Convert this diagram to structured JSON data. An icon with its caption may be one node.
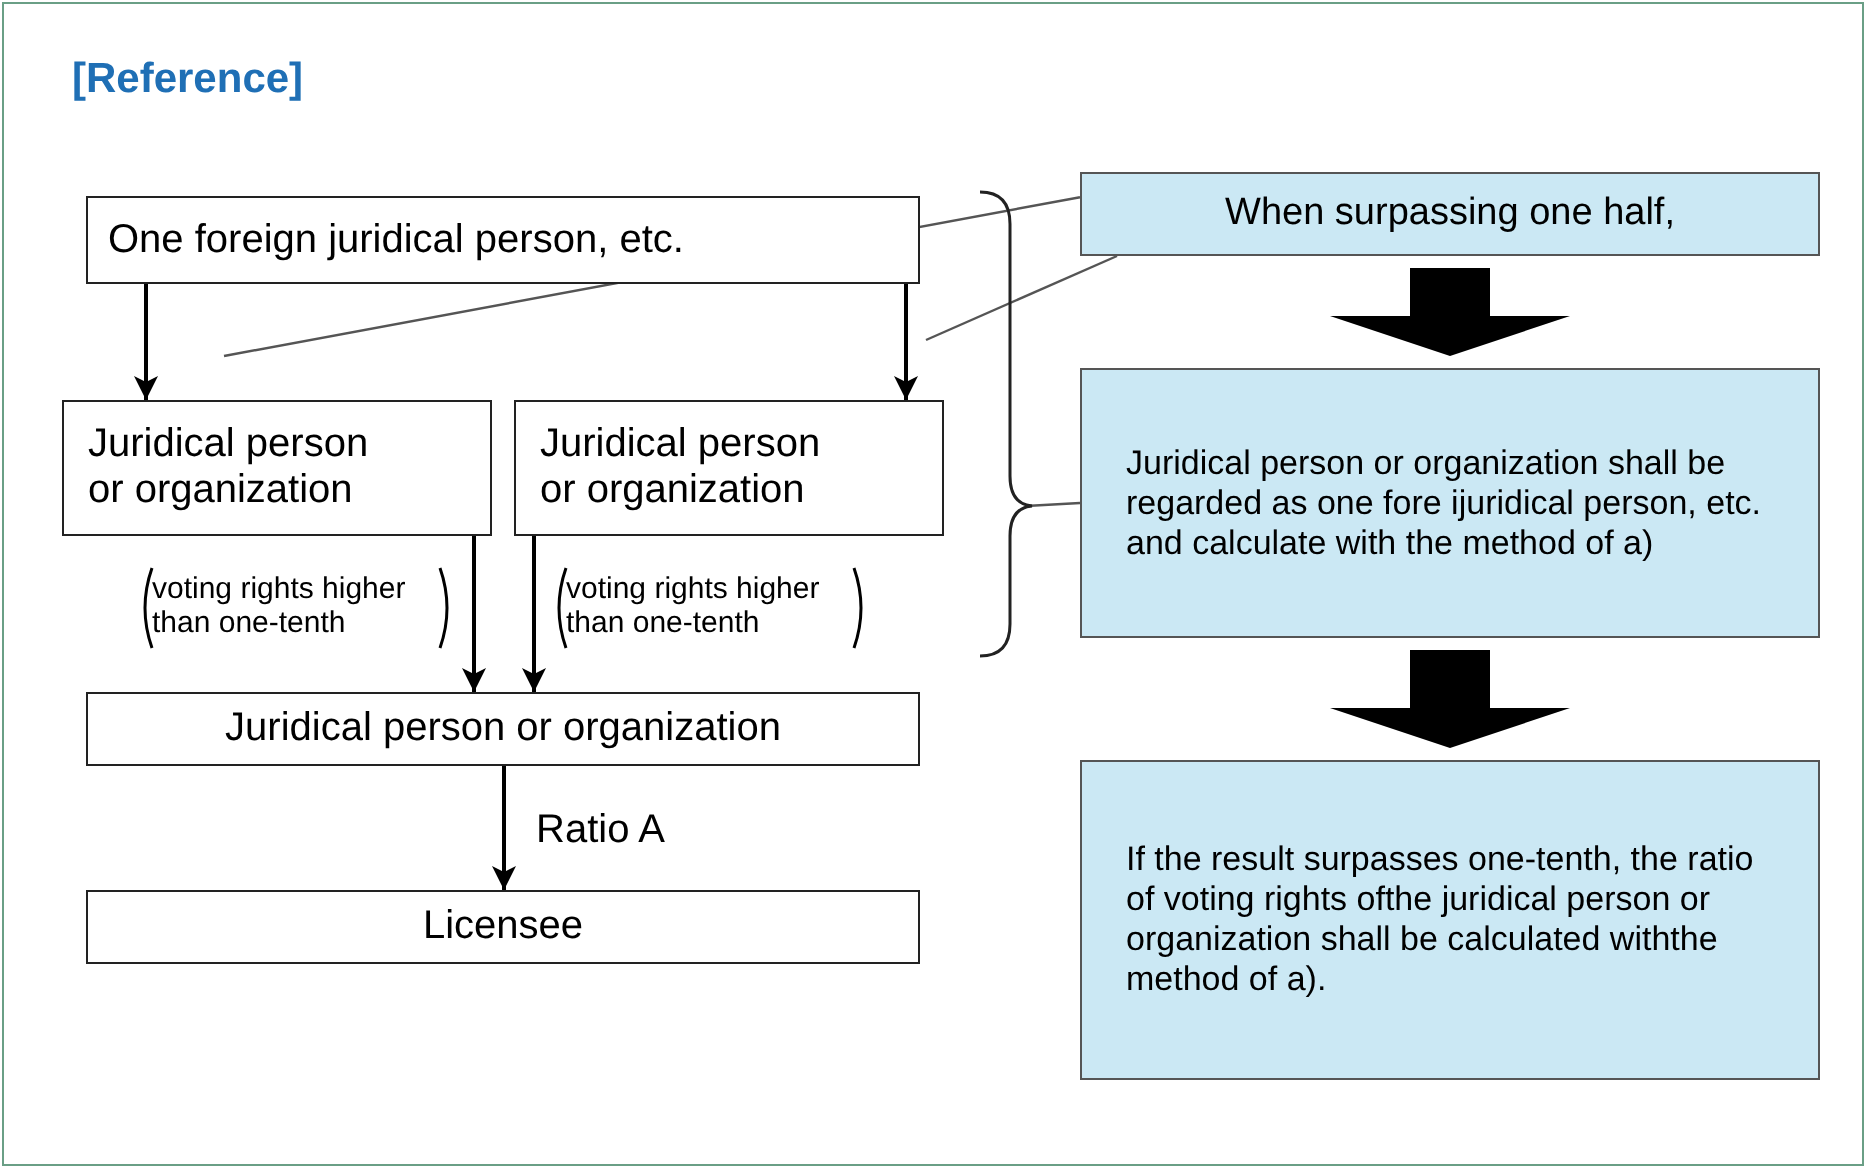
{
  "diagram": {
    "title": "[Reference]",
    "nodes": [
      {
        "text": [
          "One foreign juridical person, etc."
        ]
      },
      {
        "text": [
          "Juridical person or organization"
        ]
      },
      {
        "text": [
          "Juridical person or organization"
        ]
      },
      {
        "text": [
          "Juridical person or organization"
        ]
      },
      {
        "text": [
          "Licensee"
        ]
      },
      {
        "text": [
          "When surpassing one half,"
        ]
      },
      {
        "text": [
          "Juridical person or organization shall be regarded as one fore ijuridical person, etc. and calculate with the method of a)"
        ]
      },
      {
        "text": [
          "If the result surpasses one-tenth, the ratio of voting rights ofthe juridical person or organization shall be calculated withthe method of a)."
        ]
      }
    ],
    "edges": [
      {
        "from": 0,
        "to": 1,
        "arrow": "to"
      },
      {
        "from": 0,
        "to": 2,
        "arrow": "to"
      },
      {
        "from": 1,
        "to": 3,
        "arrow": "to",
        "label": "voting rights higher than one-tenth"
      },
      {
        "from": 2,
        "to": 3,
        "arrow": "to",
        "label": "voting rights higher than one-tenth"
      },
      {
        "from": 3,
        "to": 4,
        "arrow": "to",
        "label": "Ratio A"
      },
      {
        "from": 5,
        "to": 6,
        "arrow": "to",
        "style": "thick"
      },
      {
        "from": 6,
        "to": 7,
        "arrow": "to",
        "style": "thick"
      },
      {
        "from": 5,
        "to": null,
        "arrow": "none"
      },
      {
        "from": 5,
        "to": null,
        "arrow": "none"
      },
      {
        "from": 6,
        "to": null,
        "arrow": "none"
      }
    ]
  }
}
